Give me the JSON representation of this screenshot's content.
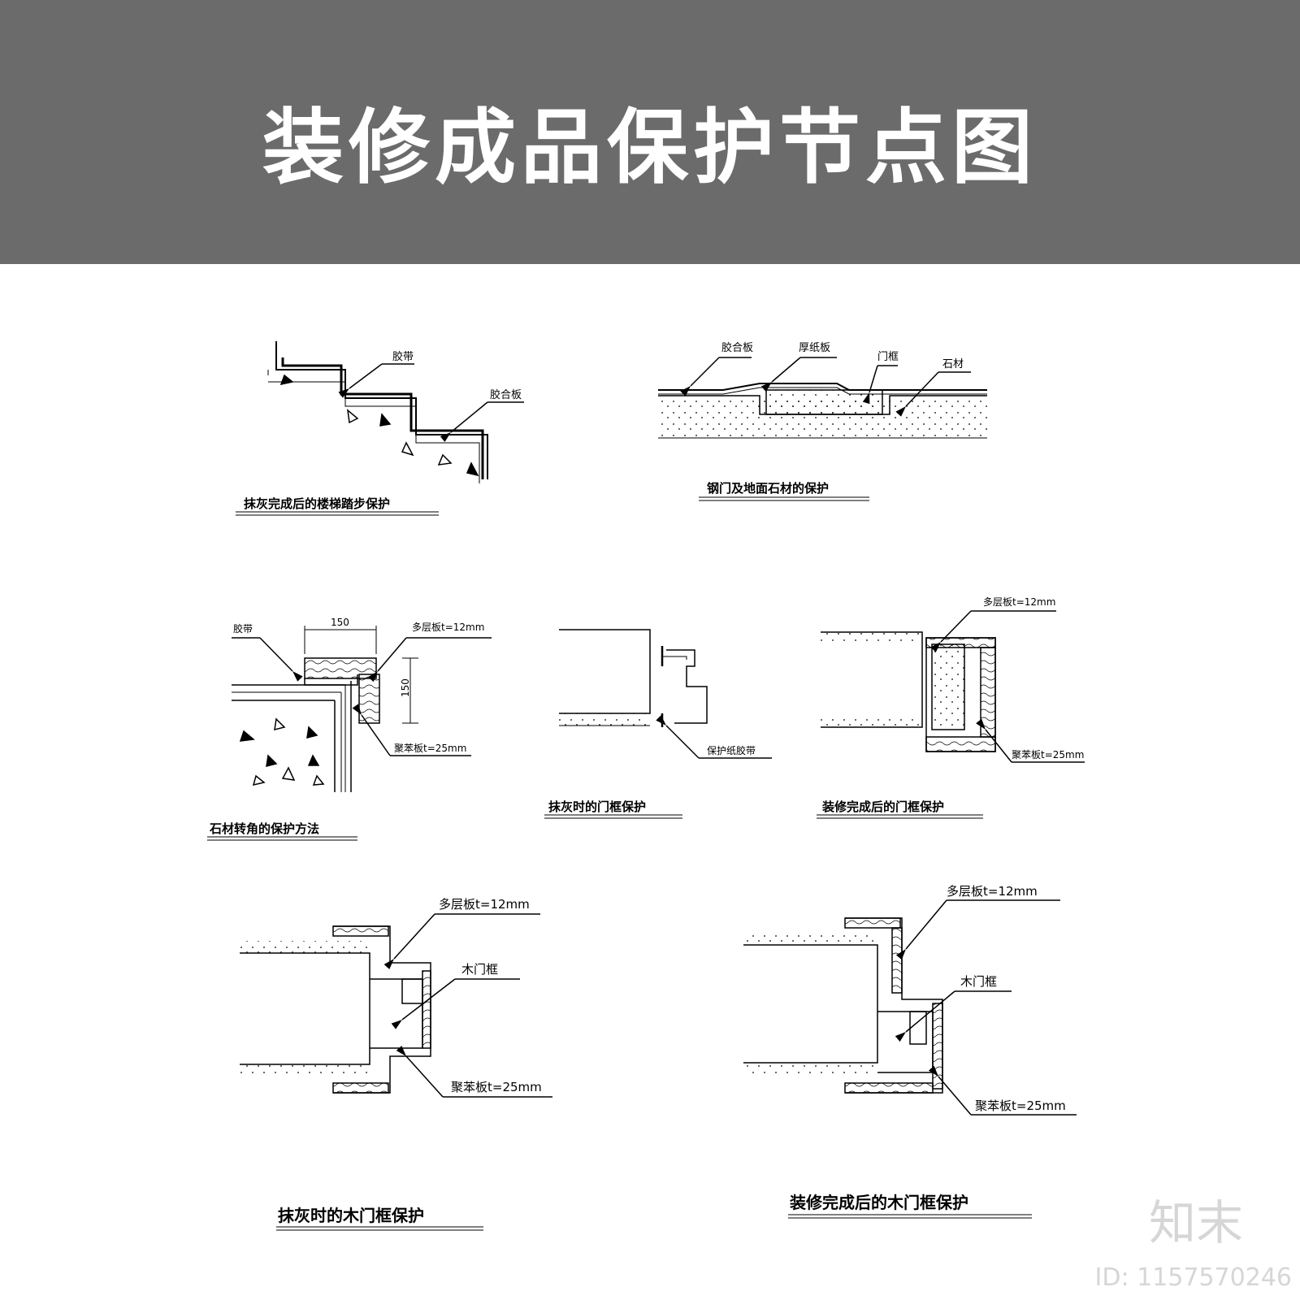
{
  "banner": {
    "title": "装修成品保护节点图"
  },
  "details": {
    "stair": {
      "caption": "抹灰完成后的楼梯踏步保护",
      "tape": "胶带",
      "board": "胶合板"
    },
    "steel_door": {
      "caption": "钢门及地面石材的保护",
      "plywood": "胶合板",
      "cardboard": "厚纸板",
      "frame": "门框",
      "stone": "石材"
    },
    "stone_corner": {
      "caption": "石材转角的保护方法",
      "tape": "胶带",
      "multilayer": "多层板t=12mm",
      "dim_h": "150",
      "dim_v": "150",
      "polystyrene": "聚苯板t=25mm"
    },
    "frame_plaster": {
      "caption": "抹灰时的门框保护",
      "tape": "保护纸胶带"
    },
    "frame_finish": {
      "caption": "装修完成后的门框保护",
      "multilayer": "多层板t=12mm",
      "polystyrene": "聚苯板t=25mm"
    },
    "wood_plaster": {
      "caption": "抹灰时的木门框保护",
      "multilayer": "多层板t=12mm",
      "frame": "木门框",
      "polystyrene": "聚苯板t=25mm"
    },
    "wood_finish": {
      "caption": "装修完成后的木门框保护",
      "multilayer": "多层板t=12mm",
      "frame": "木门框",
      "polystyrene": "聚苯板t=25mm"
    }
  },
  "brand": {
    "logo": "知末",
    "id_label": "ID: 1157570246"
  }
}
